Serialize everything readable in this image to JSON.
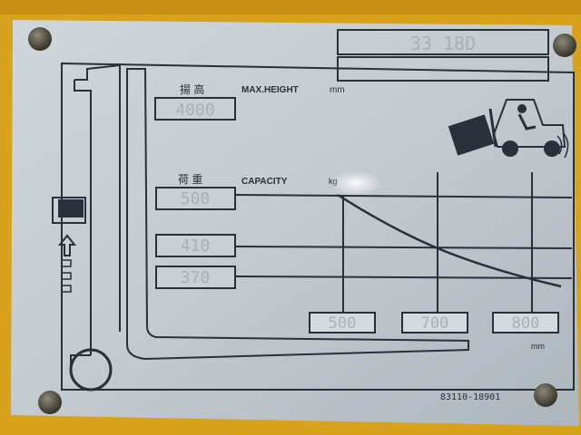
{
  "plate": {
    "model_code": "33 18D",
    "part_number": "83110-18901"
  },
  "labels": {
    "max_height_jp": "揚 高",
    "max_height": "MAX.HEIGHT",
    "max_height_unit": "mm",
    "capacity_jp": "荷 重",
    "capacity": "CAPACITY",
    "capacity_unit": "kg",
    "distance_unit": "mm"
  },
  "values": {
    "max_height_value": "4000",
    "capacity_values": [
      "500",
      "410",
      "370"
    ],
    "load_centers": [
      "500",
      "700",
      "800"
    ]
  },
  "colors": {
    "plate": "#c6cdd3",
    "frame": "#d9a21c",
    "ink": "#2a2f38"
  },
  "icons": {
    "forklift": "forklift-tilt-icon",
    "fork": "fork-outline-icon",
    "arrow": "arrow-up-icon"
  }
}
